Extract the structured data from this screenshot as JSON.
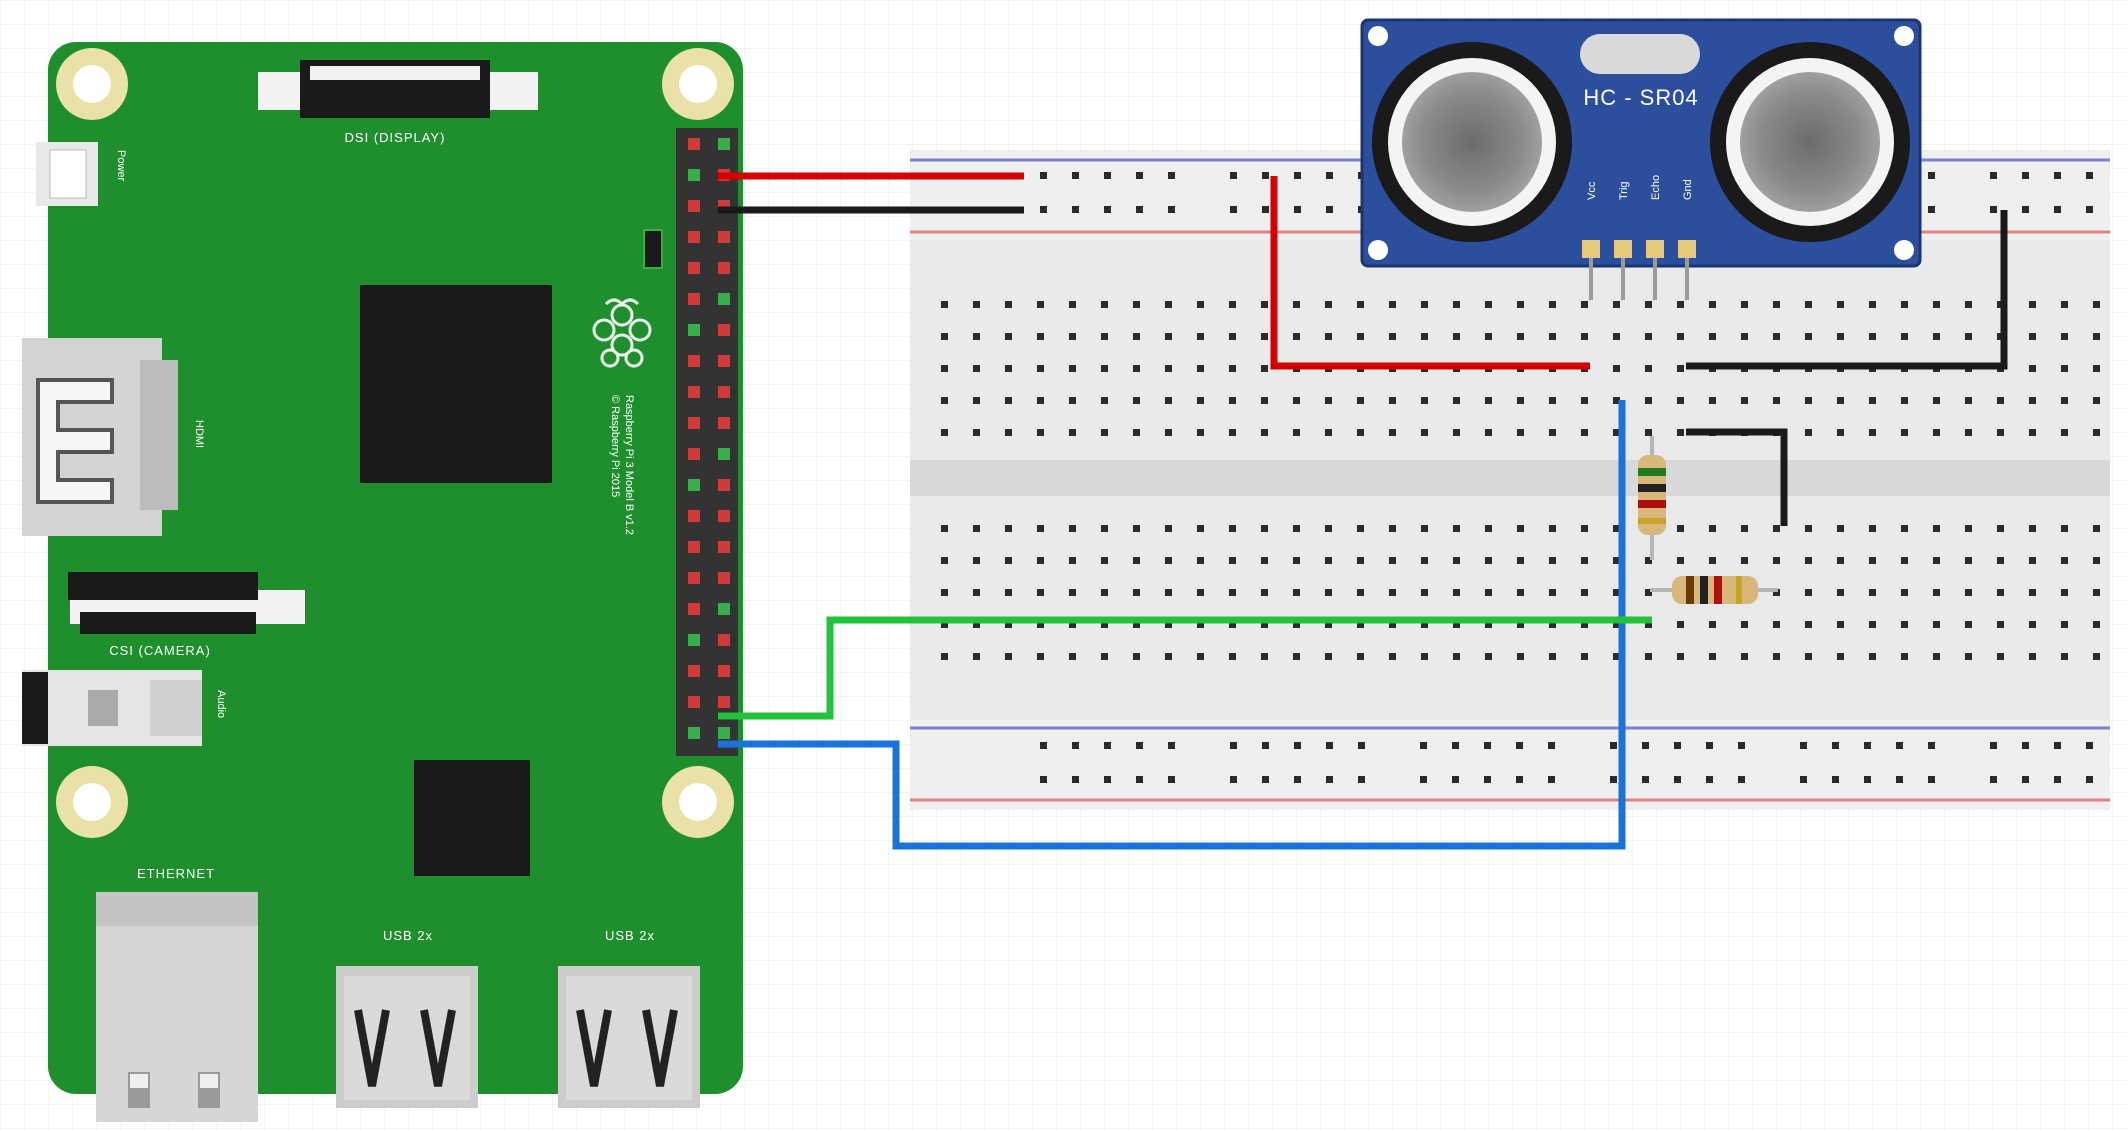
{
  "diagram": {
    "board": {
      "csi_label": "DSI (DISPLAY)",
      "power_label": "Power",
      "hdmi_label": "HDMI",
      "camera_label": "CSI (CAMERA)",
      "audio_label": "Audio",
      "ethernet_label": "ETHERNET",
      "usb_left_label": "USB 2x",
      "usb_right_label": "USB 2x",
      "model_line1": "Raspberry Pi 3 Model B v1.2",
      "model_line2": "© Raspberry Pi 2015"
    },
    "sensor": {
      "name": "HC - SR04",
      "pins": [
        "Vcc",
        "Trig",
        "Echo",
        "Gnd"
      ]
    },
    "colors": {
      "board": "#1f8f2e",
      "wire_power": "#d40000",
      "wire_ground": "#1a1a1a",
      "wire_signal_a": "#22c23a",
      "wire_signal_b": "#1a73d9",
      "sensor": "#2b4f9c",
      "breadboard": "#e9e9e9"
    }
  }
}
